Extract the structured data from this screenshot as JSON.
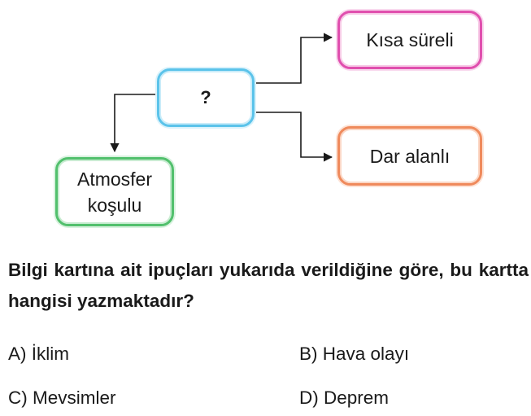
{
  "diagram": {
    "center_label": "?",
    "top_right_label": "Kısa süreli",
    "bottom_right_label": "Dar alanlı",
    "left_label_line1": "Atmosfer",
    "left_label_line2": "koşulu",
    "colors": {
      "center_border": "#5bc3ea",
      "top_right_border": "#e04fae",
      "bottom_right_border": "#ef8a5c",
      "left_border": "#52c06d",
      "connector": "#1a1a1a"
    }
  },
  "question": {
    "text": "Bilgi kartına ait ipuçları yukarıda verildiğine göre, bu kartta hangisi yazmaktadır?"
  },
  "options": [
    {
      "letter": "A)",
      "text": "İklim"
    },
    {
      "letter": "B)",
      "text": "Hava olayı"
    },
    {
      "letter": "C)",
      "text": "Mevsimler"
    },
    {
      "letter": "D)",
      "text": "Deprem"
    }
  ]
}
